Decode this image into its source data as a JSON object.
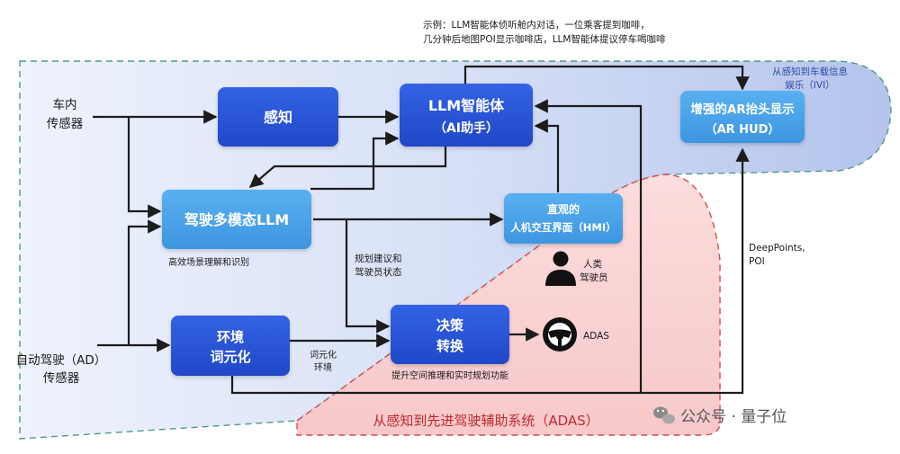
{
  "example_note": {
    "line1": "示例：LLM智能体侦听舱内对话，一位乘客提到咖啡，",
    "line2": "几分钟后地图POI显示咖啡店，LLM智能体提议停车喝咖啡"
  },
  "regions": {
    "ivi": {
      "line1": "从感知到车载信息",
      "line2": "娱乐（IVI）",
      "color": "#3a55c4"
    },
    "adas": {
      "label": "从感知到先进驾驶辅助系统（ADAS）",
      "color": "#d0302e"
    }
  },
  "inputs": {
    "cabin": {
      "line1": "车内",
      "line2": "传感器"
    },
    "ad": {
      "line1": "自动驾驶（AD）",
      "line2": "传感器"
    }
  },
  "nodes": {
    "perception": {
      "label": "感知"
    },
    "agent": {
      "line1": "LLM智能体",
      "line2": "（AI助手）"
    },
    "arhud": {
      "line1": "增强的AR抬头显示",
      "line2": "（AR HUD）"
    },
    "multimodal": {
      "label": "驾驶多模态LLM",
      "caption": "高效场景理解和识别"
    },
    "hmi": {
      "line1": "直观的",
      "line2": "人机交互界面（HMI）"
    },
    "tokenize": {
      "line1": "环境",
      "line2": "词元化"
    },
    "decision": {
      "line1": "决策",
      "line2": "转换",
      "caption": "提升空间推理和实时规划功能"
    }
  },
  "edge_labels": {
    "advice": {
      "line1": "规划建议和",
      "line2": "驾驶员状态"
    },
    "tokenized": {
      "line1": "词元化",
      "line2": "环境"
    },
    "deeppoints": {
      "line1": "DeepPoints,",
      "line2": "POI"
    }
  },
  "actors": {
    "driver": {
      "line1": "人类",
      "line2": "驾驶员",
      "icon": "person-icon"
    },
    "adas": {
      "label": "ADAS",
      "icon": "steering-wheel-icon"
    }
  },
  "watermark": {
    "label": "公众号 · 量子位",
    "icon": "wechat-icon"
  },
  "colors": {
    "node_dark": "#2a55d8",
    "node_light": "#4aa0e8",
    "line": "#1c1c1c"
  }
}
